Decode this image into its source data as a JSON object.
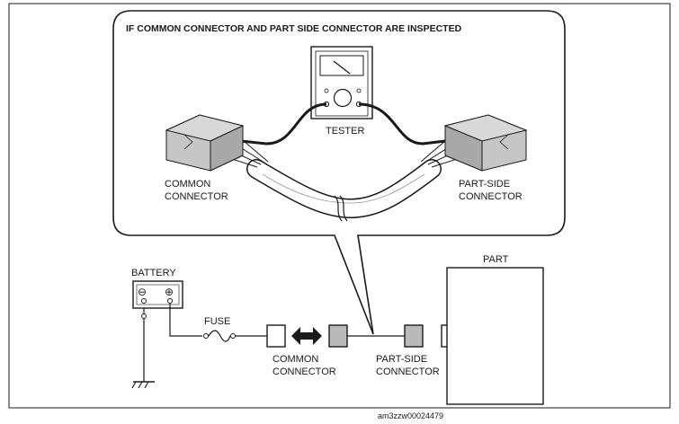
{
  "callout": {
    "title": "IF COMMON CONNECTOR AND PART SIDE CONNECTOR ARE INSPECTED",
    "tester_label": "TESTER",
    "common_connector_label": [
      "COMMON",
      "CONNECTOR"
    ],
    "part_side_connector_label": [
      "PART-SIDE",
      "CONNECTOR"
    ]
  },
  "circuit": {
    "battery_label": "BATTERY",
    "battery_minus": "⊖",
    "battery_plus": "⊕",
    "fuse_label": "FUSE",
    "common_connector_label": [
      "COMMON",
      "CONNECTOR"
    ],
    "part_side_connector_label": [
      "PART-SIDE",
      "CONNECTOR"
    ],
    "part_label": "PART"
  },
  "figure_code": "am3zzw00024479",
  "colors": {
    "line": "#1a1a1a",
    "connector_fill": "#b9b9b9",
    "connector_dark": "#8c8c8c",
    "callout_bg": "#ffffff"
  }
}
